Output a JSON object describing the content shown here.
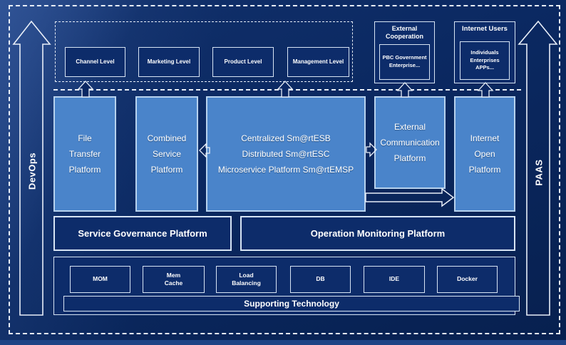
{
  "rails": {
    "devops": "DevOps",
    "paas": "PAAS"
  },
  "levels_band": {
    "items": [
      "Channel Level",
      "Marketing Level",
      "Product Level",
      "Management Level"
    ]
  },
  "external_cooperation": {
    "title": "External\nCooperation",
    "member": "PBC Government\nEnterprise..."
  },
  "internet_users": {
    "title": "Internet Users",
    "member": "Individuals\nEnterprises\nAPPs..."
  },
  "platforms": {
    "file_transfer": "File\nTransfer\nPlatform",
    "combined_service": "Combined\nService\nPlatform",
    "esb_suite": "Centralized Sm@rtESB\nDistributed Sm@rtESC\nMicroservice Platform Sm@rtEMSP",
    "external_communication": "External\nCommunication\nPlatform",
    "internet_open": "Internet\nOpen\nPlatform"
  },
  "management_row": {
    "service_governance": "Service Governance Platform",
    "operation_monitoring": "Operation Monitoring Platform"
  },
  "supporting_technology": {
    "items": [
      "MOM",
      "Mem\nCache",
      "Load\nBalancing",
      "DB",
      "IDE",
      "Docker"
    ],
    "label": "Supporting Technology"
  },
  "colors": {
    "background": "#0a2760",
    "panel_fill": "#0d2c6a",
    "panel_border": "#d7e4f4",
    "platform_fill": "#4a84ca",
    "platform_border": "#b7d2ee",
    "outline_white": "#e8eef8",
    "text": "#ffffff"
  }
}
